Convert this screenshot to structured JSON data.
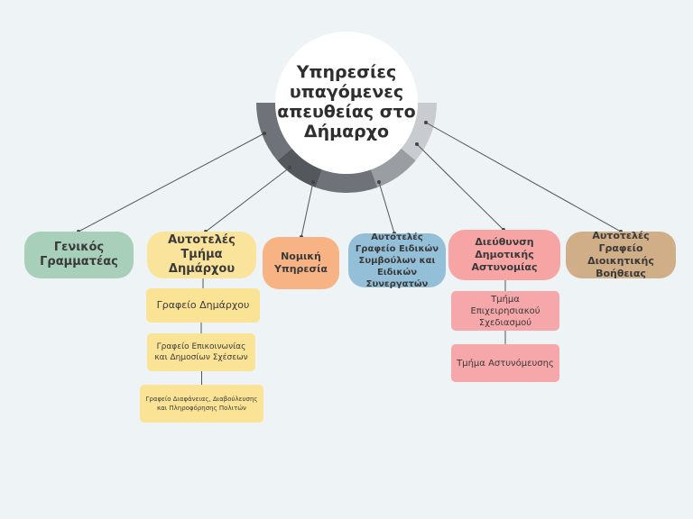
{
  "diagram": {
    "center": {
      "title": "Υπηρεσίες υπαγόμενες απευθείας στο Δήμαρχο"
    },
    "branches": [
      {
        "label": "Γενικός Γραμματέας",
        "color": "#a8cfb9",
        "children": []
      },
      {
        "label": "Αυτοτελές Τμήμα Δημάρχου",
        "color": "#fae39a",
        "children": [
          "Γραφείο Δημάρχου",
          "Γραφείο Επικοινωνίας και Δημοσίων Σχέσεων",
          "Γραφείο Διαφάνειας, Διαβούλευσης και Πληροφόρησης Πολιτών"
        ]
      },
      {
        "label": "Νομική Υπηρεσία",
        "color": "#f8b384",
        "children": []
      },
      {
        "label": "Αυτοτελές Γραφείο Ειδικών Συμβούλων και Ειδικών Συνεργατών",
        "color": "#93bfd9",
        "children": []
      },
      {
        "label": "Διεύθυνση Δημοτικής Αστυνομίας",
        "color": "#f6a4a4",
        "children": [
          "Τμήμα Επιχειρησιακού Σχεδιασμού",
          "Τμήμα Αστυνόμευσης"
        ]
      },
      {
        "label": "Αυτοτελές Γραφείο Διοικητικής Βοήθειας",
        "color": "#cfae88",
        "children": []
      }
    ]
  },
  "colors": {
    "background": "#eef4f6",
    "ring_light": "#c8cbcf",
    "ring_mid": "#9a9ea3",
    "ring_dark": "#6f7379",
    "ring_darkest": "#54575c",
    "connector": "#555555",
    "child_yellow": "#fbe396",
    "child_pink": "#f6a7a9"
  }
}
